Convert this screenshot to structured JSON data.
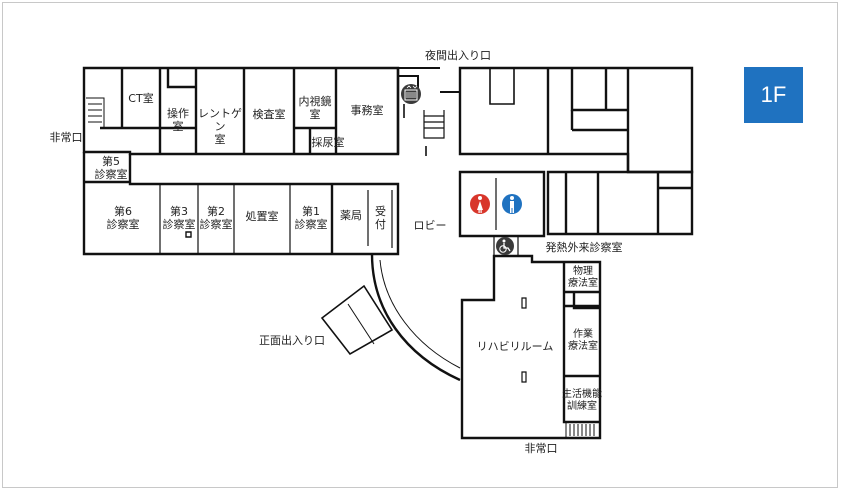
{
  "floor": "1F",
  "colors": {
    "wall": "#111111",
    "badge": "#1f72c0",
    "men": "#1f72c0",
    "women": "#d8362b",
    "icon_dark": "#3a3a3a"
  },
  "rooms": {
    "ct": "CT室",
    "sousa": "操作\n室",
    "rentogen": "レントゲン\n室",
    "kensa": "検査室",
    "naishikyo": "内視鏡\n室",
    "jimu": "事務室",
    "sainyo": "採尿室",
    "shin5": "第5\n診察室",
    "shin6": "第6\n診察室",
    "shin3": "第3\n診察室",
    "shin2": "第2\n診察室",
    "shochi": "処置室",
    "shin1": "第1\n診察室",
    "yakkyoku": "薬局",
    "uketsuke": "受\n付",
    "lobby": "ロビー",
    "hatsunetsu": "発熱外来診察室",
    "butsuri": "物理\n療法室",
    "rehab": "リハビリルーム",
    "sagyo": "作業\n療法室",
    "seikatsu": "生活機能\n訓練室"
  },
  "exits": {
    "night": "夜間出入り口",
    "emergency_west": "非常口",
    "main": "正面出入り口",
    "emergency_south": "非常口"
  },
  "icons": [
    "elevator-icon",
    "women-restroom-icon",
    "men-restroom-icon",
    "wheelchair-icon"
  ]
}
